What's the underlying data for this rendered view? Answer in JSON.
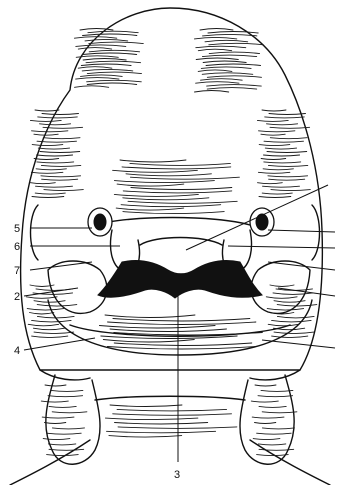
{
  "labels": {
    "left": [
      "5",
      "6",
      "7",
      "2",
      "4"
    ],
    "bottom": "3"
  }
}
